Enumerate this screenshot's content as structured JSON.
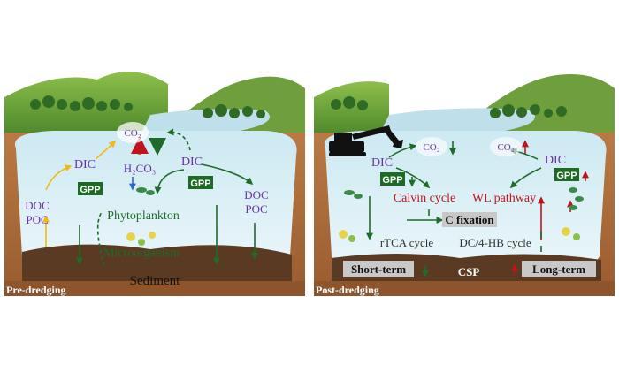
{
  "left_panel": {
    "label": "Pre-dredging",
    "co2": "CO₂",
    "h2co3": "H₂CO₃",
    "dic_left": "DIC",
    "dic_right": "DIC",
    "gpp_left": "GPP",
    "gpp_right": "GPP",
    "doc_left": "DOC",
    "poc_left": "POC",
    "doc_right": "DOC",
    "poc_right": "POC",
    "phytoplankton": "Phytoplankton",
    "microorganism": "Microorganism",
    "sediment": "Sediment"
  },
  "right_panel": {
    "label": "Post-dredging",
    "co2_left": "CO₂",
    "co2_right": "CO₂",
    "dic_left": "DIC",
    "dic_right": "DIC",
    "gpp_left": "GPP",
    "gpp_right": "GPP",
    "calvin": "Calvin cycle",
    "wl": "WL pathway",
    "c_fixation": "C fixation",
    "rtca": "rTCA cycle",
    "dc4hb": "DC/4-HB cycle",
    "short_term": "Short-term",
    "long_term": "Long-term",
    "csp": "CSP"
  },
  "colors": {
    "water": "#d6eef5",
    "soil": "#a8673a",
    "sediment": "#5a3a22",
    "text_purple": "#6a2fa8",
    "arrow_green": "#1f6b2a",
    "arrow_red": "#c0141c",
    "arrow_orange": "#e0701c",
    "arrow_yellow": "#f3b71a"
  }
}
